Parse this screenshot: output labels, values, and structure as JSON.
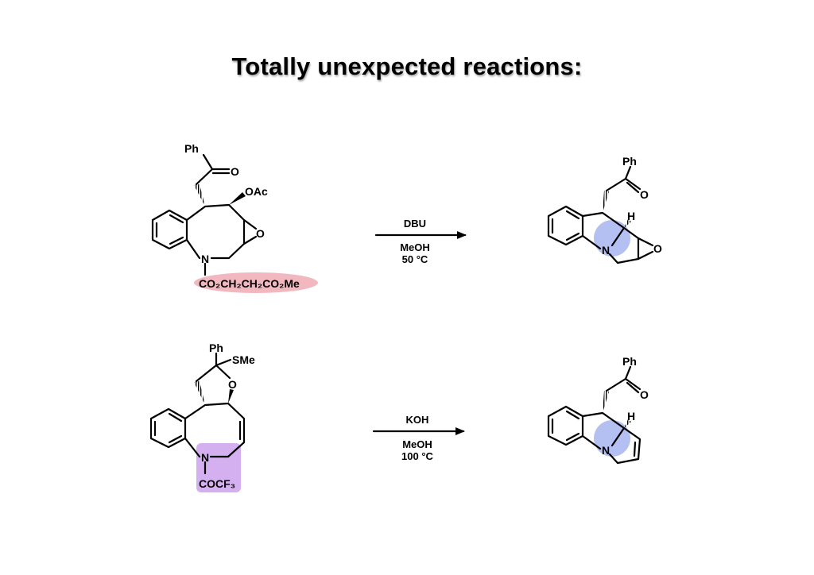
{
  "title": "Totally unexpected reactions:",
  "reactions": [
    {
      "starting_material": {
        "labels": {
          "ph": "Ph",
          "o_ketone": "O",
          "oac": "OAc",
          "o_epoxide": "O",
          "n": "N",
          "protecting_group": "CO₂CH₂CH₂CO₂Me"
        },
        "highlight_color": "#f2b8c0"
      },
      "conditions": {
        "reagent": "DBU",
        "solvent": "MeOH",
        "temperature": "50 °C"
      },
      "product": {
        "labels": {
          "ph": "Ph",
          "o_ketone": "O",
          "h": "H",
          "n": "N",
          "o_epoxide": "O"
        },
        "highlight_color": "#b4bff2"
      }
    },
    {
      "starting_material": {
        "labels": {
          "ph": "Ph",
          "sme": "SMe",
          "o_ring": "O",
          "n": "N",
          "protecting_group": "COCF₃"
        },
        "highlight_color": "#d5b0f0"
      },
      "conditions": {
        "reagent": "KOH",
        "solvent": "MeOH",
        "temperature": "100 °C"
      },
      "product": {
        "labels": {
          "ph": "Ph",
          "o_ketone": "O",
          "h": "H",
          "n": "N"
        },
        "highlight_color": "#b4bff2"
      }
    }
  ]
}
